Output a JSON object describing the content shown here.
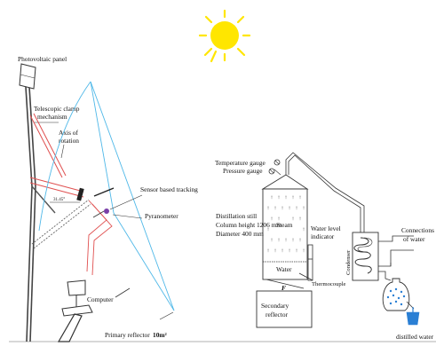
{
  "labels": {
    "photovoltaic_panel": "Photovoltaic panel",
    "telescopic_line1": "Telescopic clamp",
    "telescopic_line2": "mechanism",
    "axis_line1": "Axis of",
    "axis_line2": "rotation",
    "angle": "31.45°",
    "sensor_tracking": "Sensor based tracking",
    "pyranometer": "Pyranometer",
    "computer": "Computer",
    "primary_reflector": "Primary reflector",
    "primary_reflector_area": "10m²",
    "temperature_gauge": "Temperature gauge",
    "pressure_gauge": "Pressure gauge",
    "still_line1": "Distillation still",
    "still_line2": "Column height 1206 mm",
    "still_line3": "Diameter 400 mm",
    "steam": "Steam",
    "water": "Water",
    "f_mark": "F",
    "water_level_line1": "Water level",
    "water_level_line2": "indicator",
    "thermocouple": "Thermocouple",
    "secondary_line1": "Secondary",
    "secondary_line2": "reflector",
    "condenser": "Condenser",
    "connections_line1": "Connections",
    "connections_line2": "of water",
    "distilled_water": "distilled water"
  },
  "colors": {
    "sun": "#FFE600",
    "reflector_blue": "#4FB8E8",
    "ray_red": "#E05050",
    "line": "#333333",
    "droplet": "#2A7FD4"
  }
}
